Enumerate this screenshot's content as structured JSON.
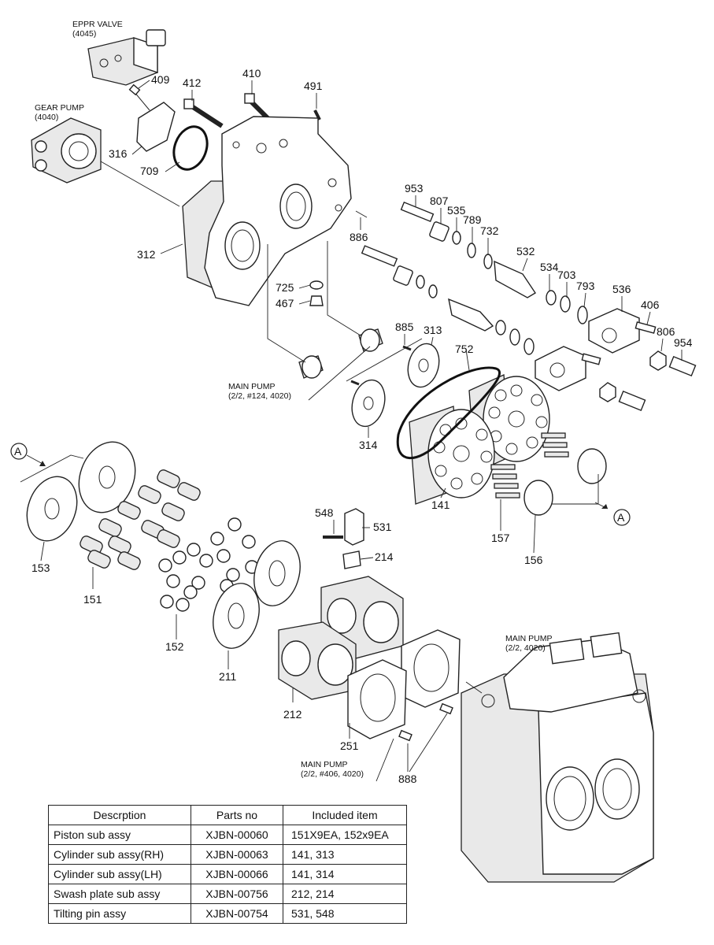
{
  "callouts": {
    "eppr_valve": "EPPR VALVE",
    "eppr_valve_ref": "(4045)",
    "gear_pump": "GEAR PUMP",
    "gear_pump_ref": "(4040)",
    "main_pump_a": "MAIN PUMP",
    "main_pump_a_ref": "(2/2, #124, 4020)",
    "main_pump_b": "MAIN PUMP",
    "main_pump_b_ref": "(2/2, 4020)",
    "main_pump_c": "MAIN PUMP",
    "main_pump_c_ref": "(2/2, #406, 4020)",
    "view_a_left": "A",
    "view_a_right": "A"
  },
  "part_numbers": {
    "p409": "409",
    "p412": "412",
    "p410": "410",
    "p491": "491",
    "p316": "316",
    "p709": "709",
    "p312": "312",
    "p886": "886",
    "p953": "953",
    "p807": "807",
    "p535": "535",
    "p789": "789",
    "p732": "732",
    "p532": "532",
    "p534": "534",
    "p703": "703",
    "p793": "793",
    "p536": "536",
    "p406": "406",
    "p806": "806",
    "p954": "954",
    "p725": "725",
    "p467": "467",
    "p885": "885",
    "p313": "313",
    "p752": "752",
    "p314": "314",
    "p141": "141",
    "p157": "157",
    "p156": "156",
    "p153": "153",
    "p151": "151",
    "p152": "152",
    "p548": "548",
    "p531": "531",
    "p214": "214",
    "p211": "211",
    "p212": "212",
    "p251": "251",
    "p888": "888"
  },
  "table": {
    "headers": [
      "Descrption",
      "Parts no",
      "Included item"
    ],
    "rows": [
      [
        "Piston sub assy",
        "XJBN-00060",
        "151X9EA, 152x9EA"
      ],
      [
        "Cylinder sub assy(RH)",
        "XJBN-00063",
        "141, 313"
      ],
      [
        "Cylinder sub assy(LH)",
        "XJBN-00066",
        "141, 314"
      ],
      [
        "Swash plate sub assy",
        "XJBN-00756",
        "212, 214"
      ],
      [
        "Tilting pin assy",
        "XJBN-00754",
        "531, 548"
      ]
    ]
  }
}
